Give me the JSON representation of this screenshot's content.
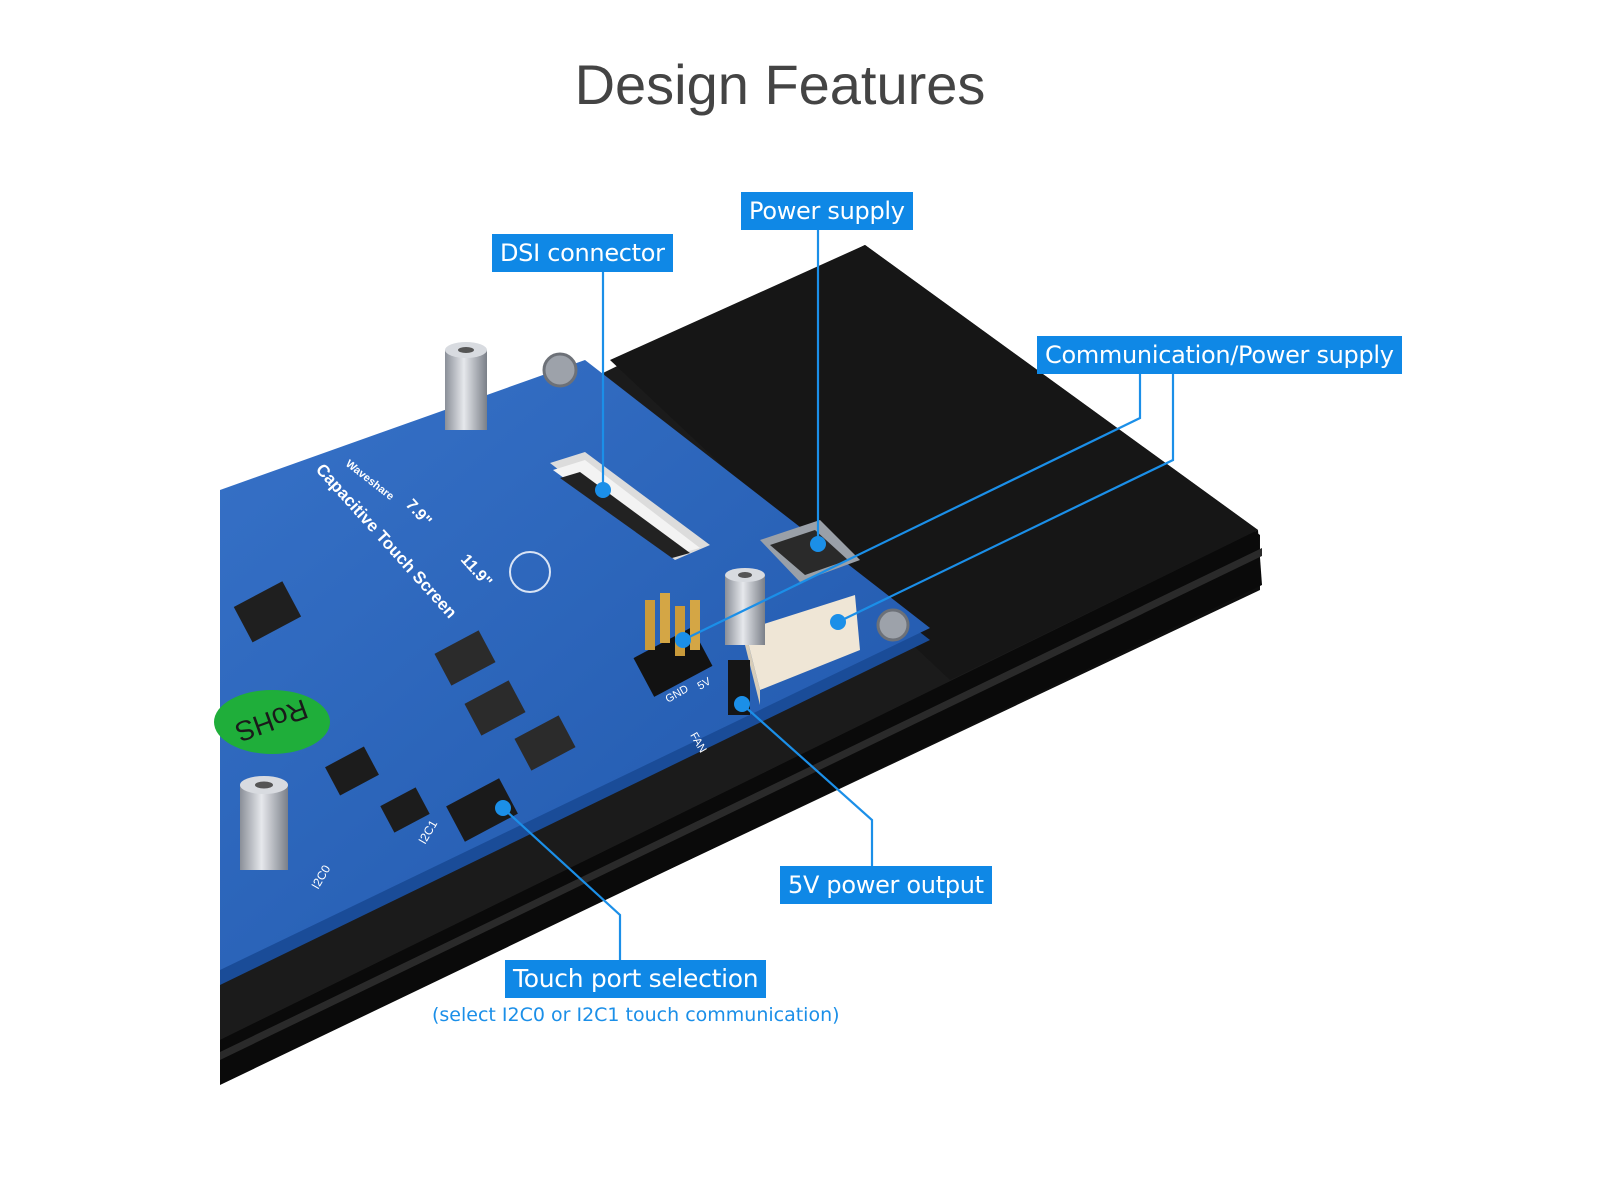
{
  "page": {
    "title": "Design Features"
  },
  "colors": {
    "accent": "#0f88e6",
    "pcb": "#2d64b9",
    "housing": "#151515"
  },
  "callouts": {
    "dsi": "DSI connector",
    "power": "Power supply",
    "comm": "Communication/Power supply",
    "fivev": "5V power output",
    "touch": "Touch port selection",
    "touch_note": "(select I2C0 or I2C1 touch communication)"
  },
  "board": {
    "brand": "Waveshare",
    "product": "Capacitive Touch Screen",
    "size_a": "7.9\"",
    "size_b": "11.9\"",
    "rohs": "RoHS",
    "pin_gnd": "GND",
    "pin_5v": "5V",
    "pin_fan": "FAN",
    "i2c0": "I2C0",
    "i2c1": "I2C1"
  }
}
